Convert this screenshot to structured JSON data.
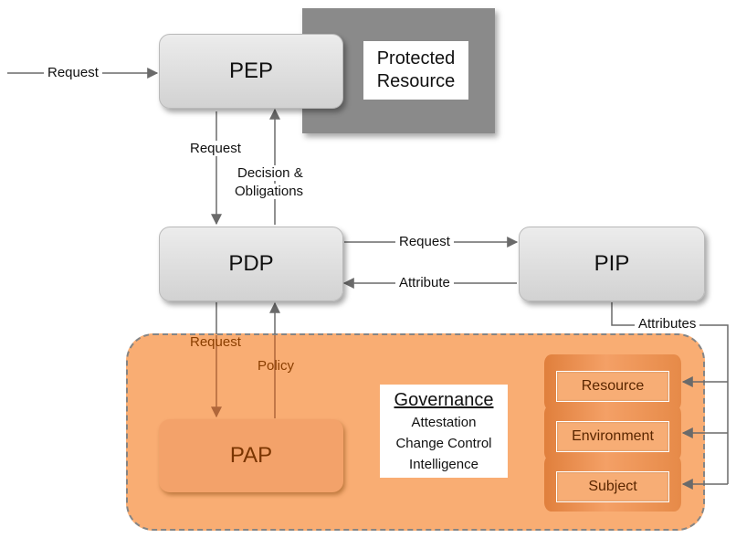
{
  "nodes": {
    "pep": "PEP",
    "pdp": "PDP",
    "pip": "PIP",
    "pap": "PAP",
    "protected_resource": [
      "Protected",
      "Resource"
    ]
  },
  "labels": {
    "incoming_request": "Request",
    "pep_to_pdp_request": "Request",
    "decision_line1": "Decision &",
    "decision_line2": "Obligations",
    "pdp_to_pip_request": "Request",
    "pip_to_pdp_attribute": "Attribute",
    "attributes": "Attributes",
    "pdp_to_pap_request": "Request",
    "policy": "Policy"
  },
  "governance": {
    "title": "Governance",
    "items": [
      "Attestation",
      "Change Control",
      "Intelligence"
    ]
  },
  "attribute_stores": [
    "Resource",
    "Environment",
    "Subject"
  ],
  "colors": {
    "node_grey": "#dcdcdc",
    "governance_fill": "#f9ad73",
    "protected_resource_shadow": "#8a8a8a",
    "arrow": "#666666"
  }
}
